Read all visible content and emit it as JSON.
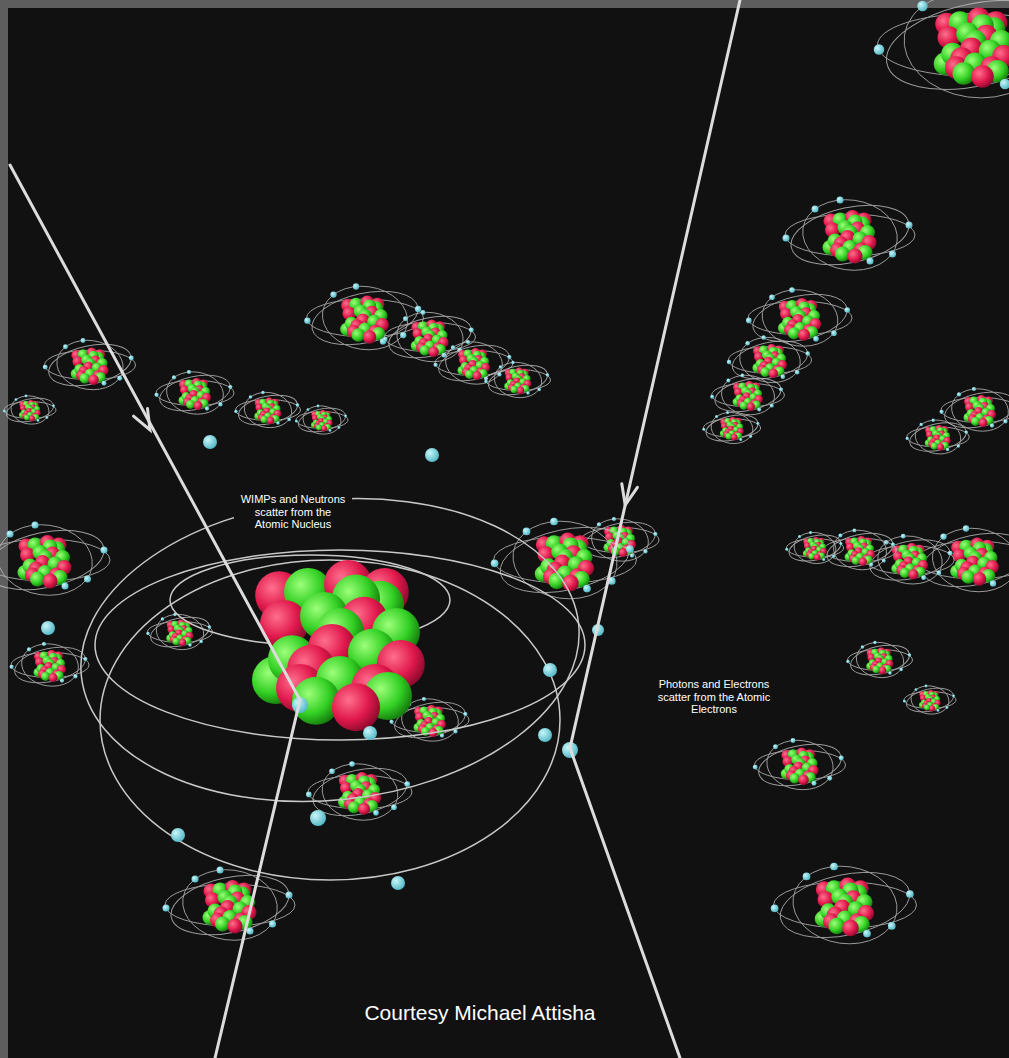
{
  "diagram": {
    "labels": [
      "WIMPs and Neutrons scatter from the Atomic Nucleus",
      "Photons and Electrons scatter from the Atomic Electrons",
      "Courtesy Michael Attisha"
    ]
  }
}
